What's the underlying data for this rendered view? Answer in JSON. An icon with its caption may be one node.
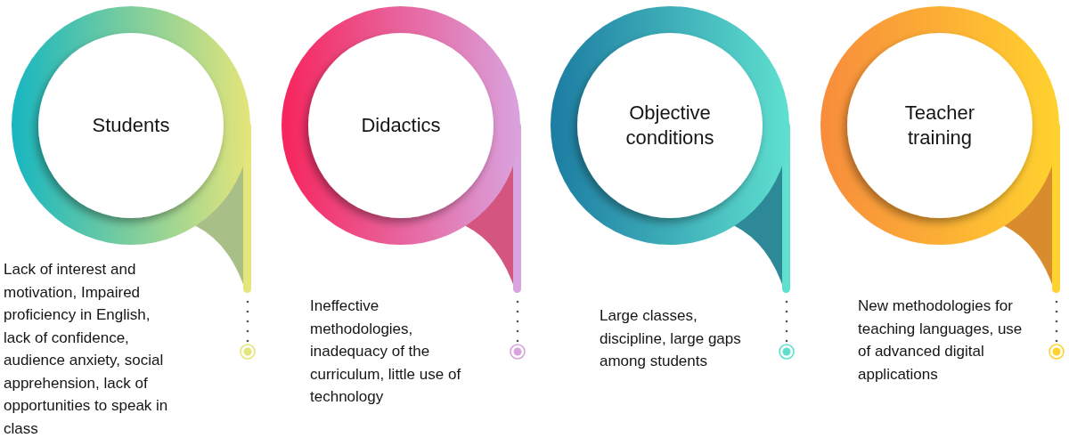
{
  "diagram": {
    "nodes": [
      {
        "text": [
          "Students"
        ],
        "beside": [
          "Lack of interest and motivation, Impaired proficiency in English, lack of confidence, audience anxiety, social apprehension, lack of opportunities to speak in class"
        ]
      },
      {
        "text": [
          "Didactics"
        ],
        "beside": [
          "Ineffective methodologies, inadequacy of the curriculum, little use of technology"
        ]
      },
      {
        "text": [
          "Objective conditions"
        ],
        "beside": [
          "Large classes, discipline, large gaps among students"
        ]
      },
      {
        "text": [
          "Teacher training"
        ],
        "beside": [
          "New methodologies for teaching languages, use of advanced digital applications"
        ]
      }
    ]
  }
}
